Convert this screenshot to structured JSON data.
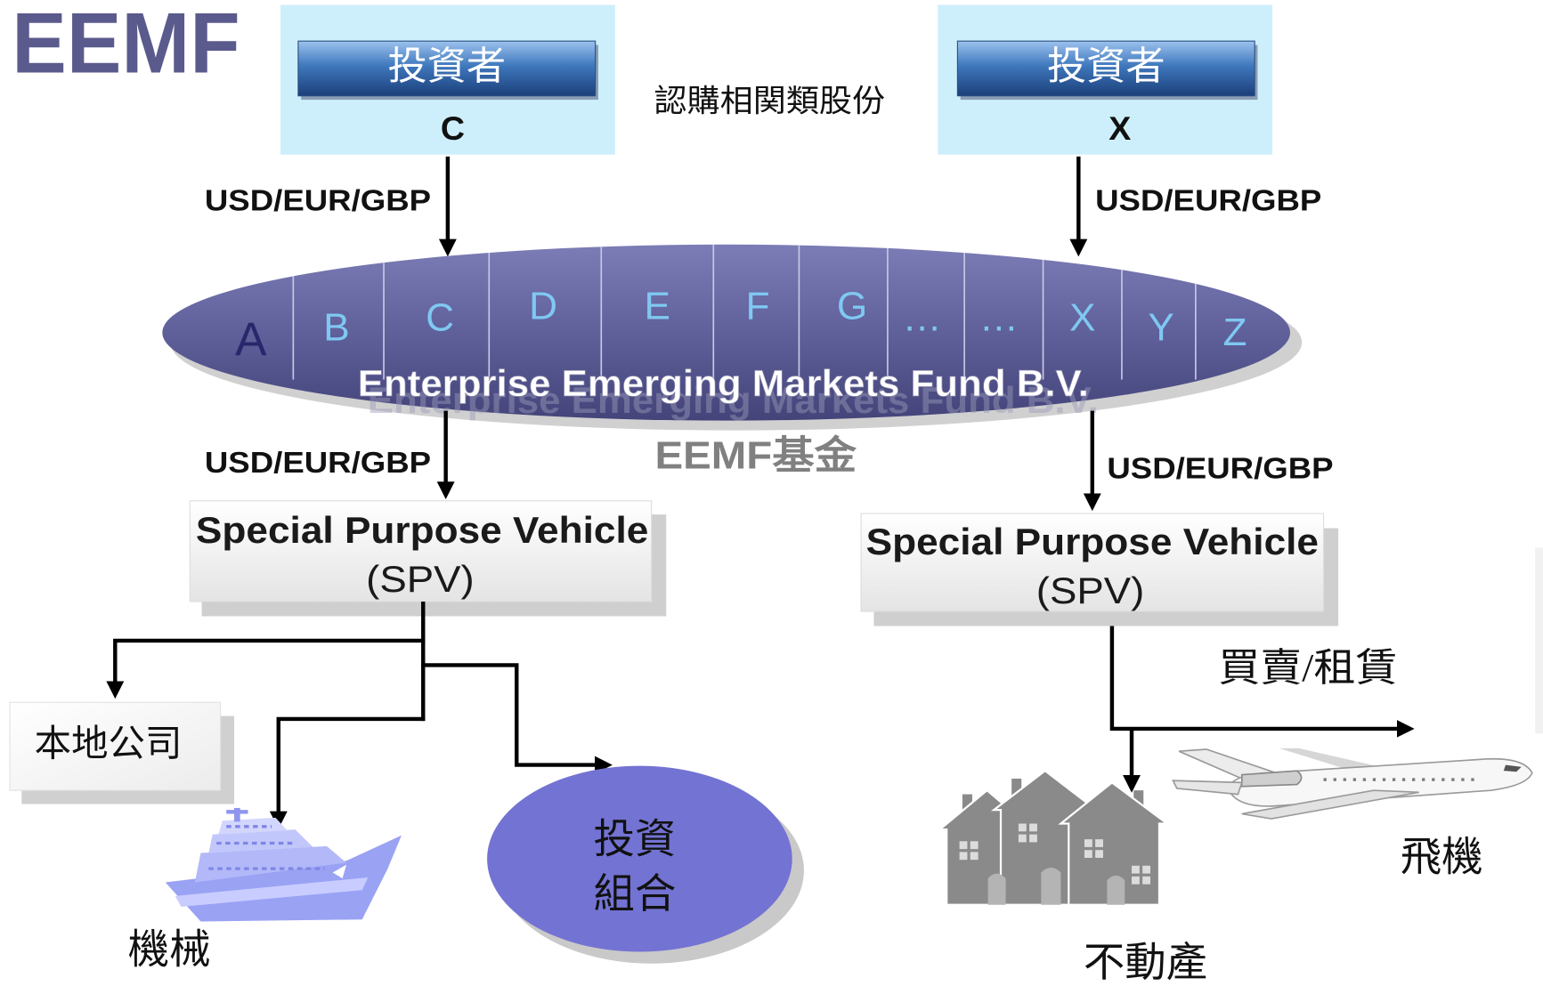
{
  "logo": "EEMF",
  "investors": {
    "left": {
      "title": "投資者",
      "share_class": "C"
    },
    "right": {
      "title": "投資者",
      "share_class": "X"
    }
  },
  "subscription_note": "認購相関類股份",
  "flows": {
    "investor_c_to_fund": "USD/EUR/GBP",
    "investor_x_to_fund": "USD/EUR/GBP",
    "fund_to_left_spv": "USD/EUR/GBP",
    "fund_to_right_spv": "USD/EUR/GBP",
    "right_spv_action": "買賣/租賃"
  },
  "fund": {
    "share_classes": [
      "A",
      "B",
      "C",
      "D",
      "E",
      "F",
      "G",
      "…",
      "…",
      "X",
      "Y",
      "Z"
    ],
    "name": "Enterprise Emerging Markets Fund B.V.",
    "short_name": "EEMF基金"
  },
  "spv_left": {
    "title": "Special Purpose Vehicle",
    "abbr": "(SPV)"
  },
  "spv_right": {
    "title": "Special Purpose Vehicle",
    "abbr": "(SPV)"
  },
  "left_assets": {
    "local_company": "本地公司",
    "machinery": {
      "label": "機械",
      "icon": "ship-icon"
    },
    "portfolio": {
      "line1": "投資",
      "line2": "組合"
    }
  },
  "right_assets": {
    "real_estate": {
      "label": "不動產",
      "icon": "houses-icon"
    },
    "aircraft": {
      "label": "飛機",
      "icon": "airplane-icon"
    }
  },
  "colors": {
    "logo": "#5b5a8c",
    "investor_box": "#cdeffb",
    "fund_ellipse": "#55558f",
    "share_class_highlight": "#27276c",
    "share_class_text": "#7fc8f2",
    "portfolio_ellipse": "#7373d3",
    "arrows": "#000000"
  }
}
